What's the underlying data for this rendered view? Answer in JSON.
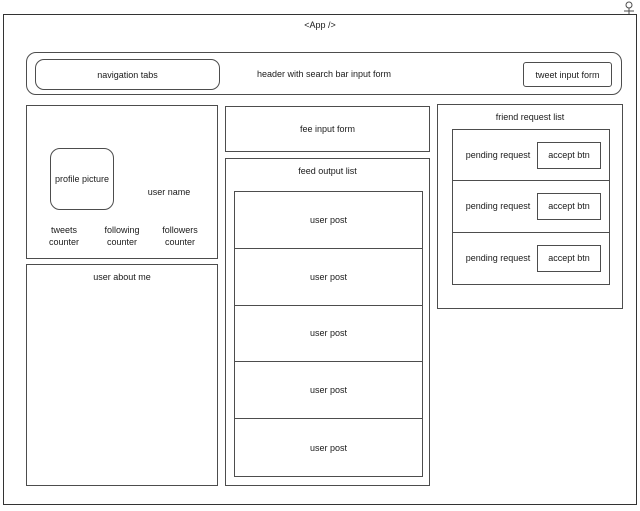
{
  "diagram": {
    "actor_icon": "user-actor-stick-figure",
    "app_title": "<App />"
  },
  "header": {
    "nav_tabs_label": "navigation tabs",
    "title": "header with search bar input form",
    "tweet_input_label": "tweet input form"
  },
  "profile": {
    "picture_label": "profile picture",
    "user_name_label": "user name",
    "counters": [
      {
        "line1": "tweets",
        "line2": "counter"
      },
      {
        "line1": "following",
        "line2": "counter"
      },
      {
        "line1": "followers",
        "line2": "counter"
      }
    ],
    "about_label": "user about me"
  },
  "feed": {
    "fee_input_label": "fee input form",
    "list_label": "feed output list",
    "posts": [
      {
        "label": "user post"
      },
      {
        "label": "user post"
      },
      {
        "label": "user post"
      },
      {
        "label": "user post"
      },
      {
        "label": "user post"
      }
    ]
  },
  "friends": {
    "list_label": "friend request list",
    "requests": [
      {
        "label": "pending request",
        "button": "accept btn"
      },
      {
        "label": "pending request",
        "button": "accept btn"
      },
      {
        "label": "pending request",
        "button": "accept btn"
      }
    ]
  },
  "colors": {
    "stroke": "#4d4d4d",
    "frame_stroke": "#333333",
    "background": "#ffffff",
    "text": "#1a1a1a"
  }
}
